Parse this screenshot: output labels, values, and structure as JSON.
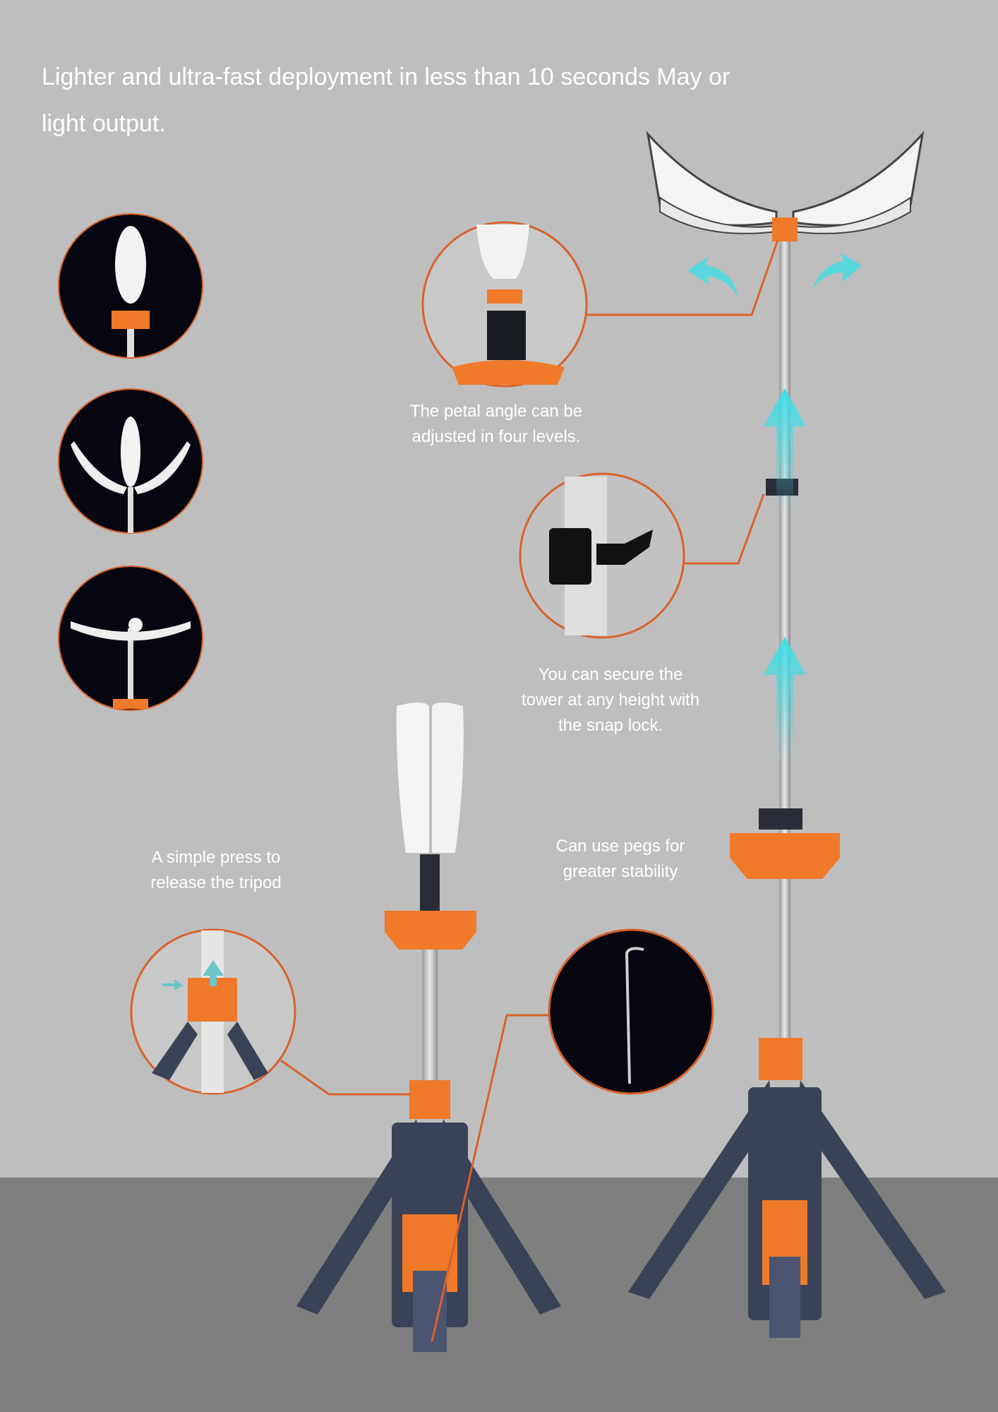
{
  "headline": {
    "line1": "Lighter and ultra-fast deployment in less than 10 seconds May or",
    "line2": "light output."
  },
  "captions": {
    "petal_angle": [
      "The petal angle can be",
      "adjusted in four levels."
    ],
    "snap_lock": [
      "You can secure the",
      "tower at any height with",
      "the snap lock."
    ],
    "pegs": [
      "Can use pegs for",
      "greater stability"
    ],
    "tripod": [
      "A simple press to",
      "release the tripod"
    ]
  },
  "colors": {
    "background": "#bebebe",
    "floor": "#7f7f7f",
    "accent_orange": "#d9622b",
    "arrow_cyan": "#3fdde6",
    "tripod_navy": "#3a4257",
    "detail_bg": "#05060f"
  }
}
